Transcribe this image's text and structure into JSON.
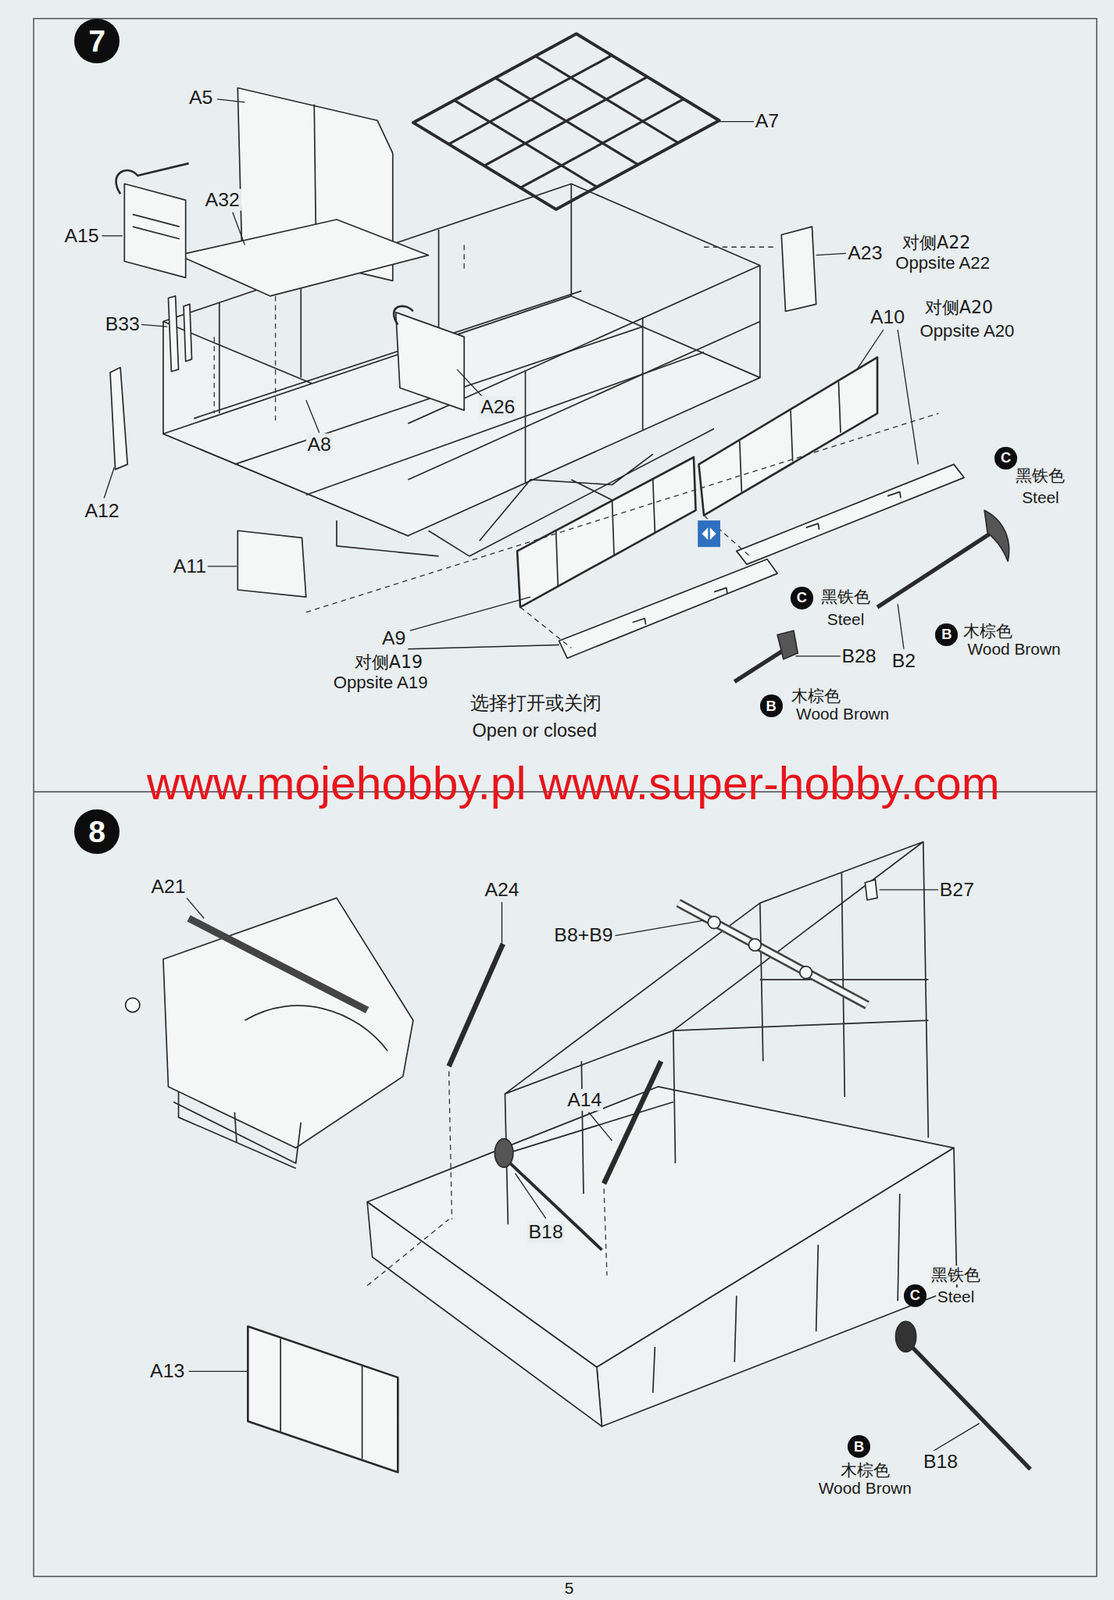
{
  "diagram": {
    "nodes": [
      {
        "text": [
          "7"
        ]
      },
      {
        "text": [
          "C"
        ]
      },
      {
        "text": [
          "C"
        ]
      },
      {
        "text": [
          "B"
        ]
      },
      {
        "text": [
          "B"
        ]
      },
      {
        "text": [
          "8"
        ]
      },
      {
        "text": [
          "C"
        ]
      },
      {
        "text": [
          "B"
        ]
      }
    ],
    "labels": [
      "A5",
      "A7",
      "A32",
      "A15",
      "A23",
      "对侧A22",
      "Oppsite A22",
      "A10",
      "对侧A20",
      "Oppsite A20",
      "B33",
      "A26",
      "A8",
      "黑铁色",
      "Steel",
      "A12",
      "A11",
      "黑铁色",
      "Steel",
      "木棕色",
      "Wood Brown",
      "A9",
      "B28",
      "B2",
      "对侧A19",
      "Oppsite A19",
      "木棕色",
      "Wood Brown",
      "选择打开或关闭",
      "Open or closed",
      "www.mojehobby.pl www.super-hobby.com",
      "A21",
      "A24",
      "B27",
      "B8+B9",
      "A14",
      "B18",
      "黑铁色",
      "Steel",
      "A13",
      "B18",
      "木棕色",
      "Wood Brown",
      "5"
    ]
  }
}
